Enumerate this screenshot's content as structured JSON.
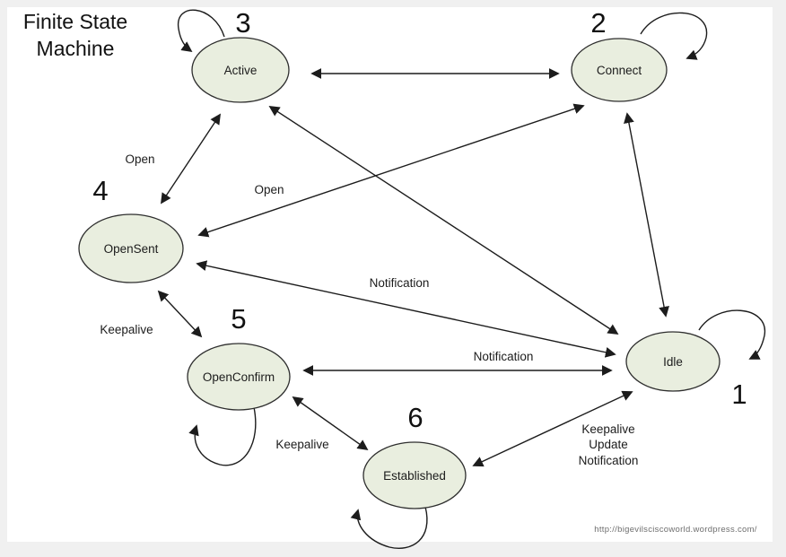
{
  "diagram": {
    "title_line1": "Finite State",
    "title_line2": "Machine",
    "source_url": "http://bigevilsciscoworld.wordpress.com/"
  },
  "nodes": [
    {
      "id": "active",
      "label": "Active",
      "number": "3"
    },
    {
      "id": "connect",
      "label": "Connect",
      "number": "2"
    },
    {
      "id": "opensent",
      "label": "OpenSent",
      "number": "4"
    },
    {
      "id": "openconfirm",
      "label": "OpenConfirm",
      "number": "5"
    },
    {
      "id": "established",
      "label": "Established",
      "number": "6"
    },
    {
      "id": "idle",
      "label": "Idle",
      "number": "1"
    }
  ],
  "edge_labels": {
    "active_opensent": "Open",
    "opensent_connect": "Open",
    "opensent_idle": "Notification",
    "openconfirm_idle": "Notification",
    "opensent_openconfirm": "Keepalive",
    "openconfirm_established": "Keepalive",
    "established_idle": [
      "Keepalive",
      "Update",
      "Notification"
    ]
  },
  "edges": [
    {
      "from": "Active",
      "to": "Connect",
      "bidirectional": true,
      "label": ""
    },
    {
      "from": "Active",
      "to": "OpenSent",
      "bidirectional": true,
      "label": "Open"
    },
    {
      "from": "OpenSent",
      "to": "Connect",
      "bidirectional": true,
      "label": "Open"
    },
    {
      "from": "Active",
      "to": "Idle",
      "bidirectional": true,
      "label": ""
    },
    {
      "from": "Connect",
      "to": "Idle",
      "bidirectional": true,
      "label": ""
    },
    {
      "from": "OpenSent",
      "to": "Idle",
      "bidirectional": true,
      "label": "Notification"
    },
    {
      "from": "OpenConfirm",
      "to": "Idle",
      "bidirectional": true,
      "label": "Notification"
    },
    {
      "from": "OpenSent",
      "to": "OpenConfirm",
      "bidirectional": true,
      "label": "Keepalive"
    },
    {
      "from": "OpenConfirm",
      "to": "Established",
      "bidirectional": true,
      "label": "Keepalive"
    },
    {
      "from": "Established",
      "to": "Idle",
      "bidirectional": true,
      "label": "Keepalive Update Notification"
    }
  ],
  "self_loops": [
    "Active",
    "Connect",
    "Idle",
    "OpenConfirm",
    "Established"
  ],
  "colors": {
    "node_fill": "#e9eedf",
    "node_stroke": "#2e2e2e",
    "line": "#1c1c1c",
    "canvas": "#ffffff",
    "margin": "#f0f0f0",
    "url_text": "#6e6e6e"
  }
}
